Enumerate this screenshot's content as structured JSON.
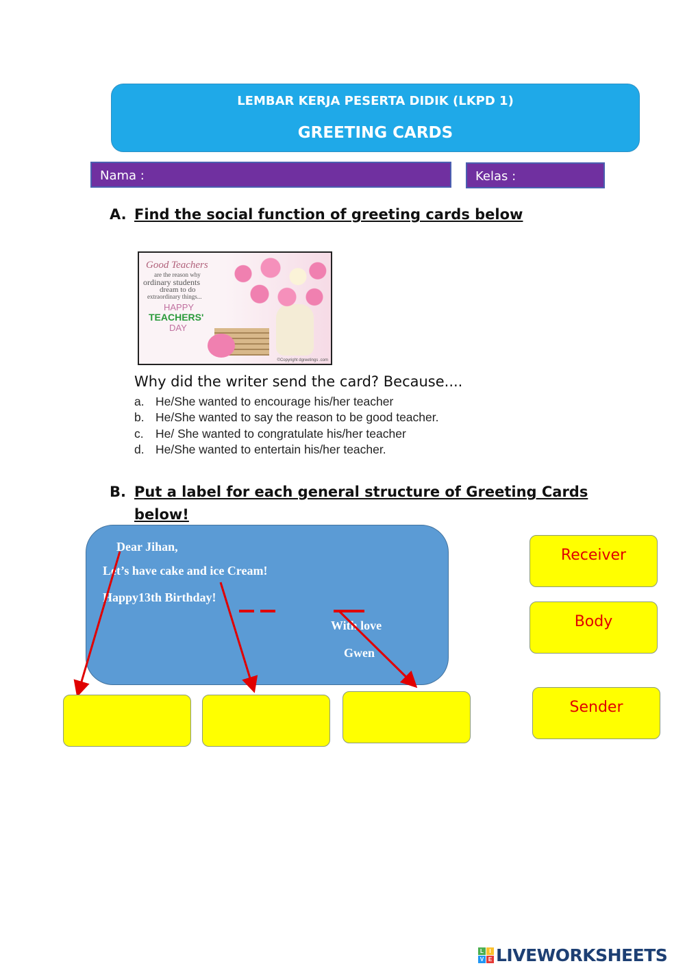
{
  "header": {
    "subtitle": "LEMBAR KERJA PESERTA DIDIK (LKPD 1)",
    "title": "GREETING CARDS"
  },
  "fields": {
    "nama": "Nama :",
    "kelas": "Kelas :"
  },
  "section_a": {
    "letter": "A.",
    "title": "Find the social function of greeting cards below",
    "card_image": {
      "line1": "Good Teachers",
      "line2": "are the reason why",
      "line3": "ordinary students",
      "line4": "dream to do",
      "line5": "extraordinary things...",
      "happy": "HAPPY",
      "teachers": "TEACHERS'",
      "day": "DAY",
      "copyright": "©Copyright dgreetings .com"
    },
    "question": "Why did the writer send the card? Because....",
    "options": [
      {
        "letter": "a.",
        "text": "He/She wanted to encourage his/her teacher"
      },
      {
        "letter": "b.",
        "text": "He/She wanted to say the reason to be good teacher."
      },
      {
        "letter": "c.",
        "text": "He/ She wanted to congratulate his/her teacher"
      },
      {
        "letter": "d.",
        "text": "He/She wanted to entertain his/her teacher."
      }
    ]
  },
  "section_b": {
    "letter": "B.",
    "title_line1": "Put a label for each general structure of Greeting Cards",
    "title_line2": "below!",
    "card": {
      "greeting": "Dear Jihan,",
      "body1": "Let’s have cake and ice Cream!",
      "body2": "Happy13th Birthday!",
      "closing": "With love",
      "sender": "Gwen"
    },
    "labels": [
      "Receiver",
      "Body",
      "Sender"
    ]
  },
  "footer": {
    "brand": "LIVEWORKSHEETS",
    "logo_letters": [
      "L",
      "I",
      "V",
      "E"
    ]
  },
  "colors": {
    "header": "#1fa9e8",
    "name_bar": "#7030a0",
    "answer_box": "#ffff00",
    "label_text": "#e00000",
    "card": "#5b9bd5",
    "arrow": "#e00000"
  }
}
